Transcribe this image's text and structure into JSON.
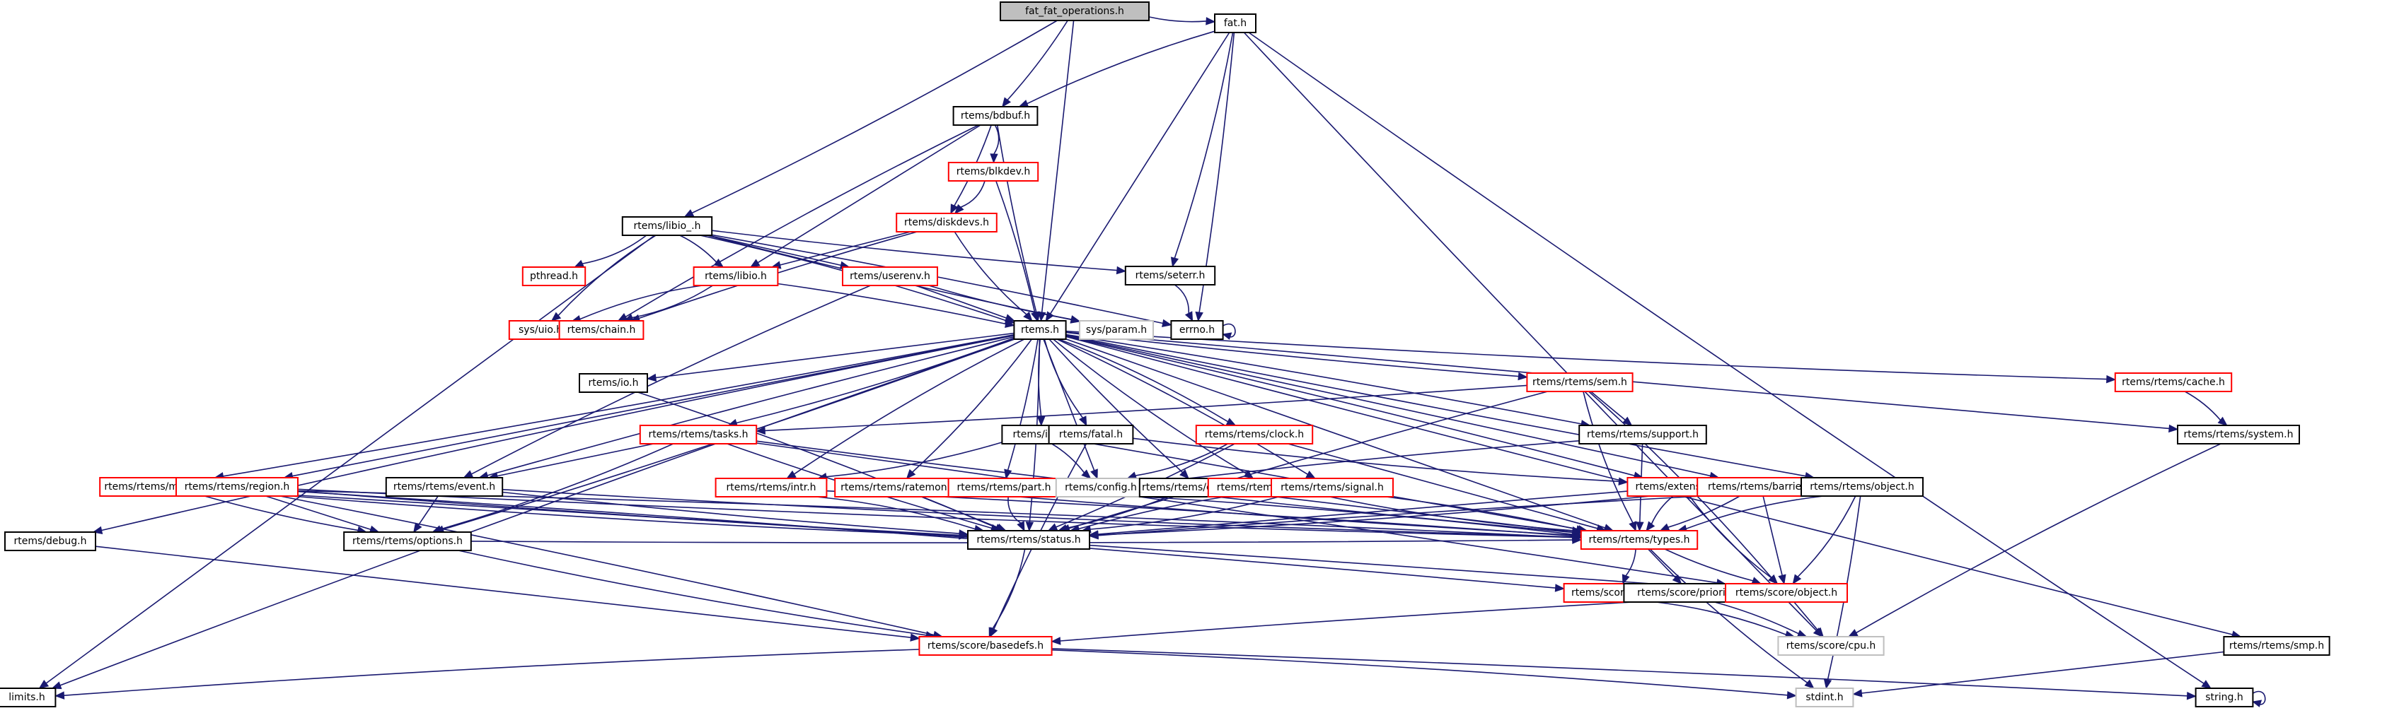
{
  "title": "fat_fat_operations.h",
  "diagram_type": "include dependency graph",
  "colors": {
    "edge": "#191970",
    "root_fill": "#bfbfbf",
    "root_border": "#000000",
    "documented_border": "#000000",
    "truncated_border": "#ff0000",
    "undocumented_border": "#bfbfbf",
    "node_fill": "#ffffff"
  },
  "nodes": [
    {
      "id": "root",
      "label": "fat_fat_operations.h",
      "kind": "root"
    },
    {
      "id": "fat",
      "label": "fat.h",
      "kind": "documented"
    },
    {
      "id": "bdbuf",
      "label": "rtems/bdbuf.h",
      "kind": "documented"
    },
    {
      "id": "libio_",
      "label": "rtems/libio_.h",
      "kind": "documented"
    },
    {
      "id": "blkdev",
      "label": "rtems/blkdev.h",
      "kind": "truncated"
    },
    {
      "id": "diskdevs",
      "label": "rtems/diskdevs.h",
      "kind": "truncated"
    },
    {
      "id": "pthread",
      "label": "pthread.h",
      "kind": "truncated"
    },
    {
      "id": "libio",
      "label": "rtems/libio.h",
      "kind": "truncated"
    },
    {
      "id": "userenv",
      "label": "rtems/userenv.h",
      "kind": "truncated"
    },
    {
      "id": "seterr",
      "label": "rtems/seterr.h",
      "kind": "documented"
    },
    {
      "id": "sysuio",
      "label": "sys/uio.h",
      "kind": "truncated"
    },
    {
      "id": "chain",
      "label": "rtems/chain.h",
      "kind": "truncated"
    },
    {
      "id": "rtems",
      "label": "rtems.h",
      "kind": "documented"
    },
    {
      "id": "sysparam",
      "label": "sys/param.h",
      "kind": "undocumented"
    },
    {
      "id": "errno",
      "label": "errno.h",
      "kind": "documented"
    },
    {
      "id": "io",
      "label": "rtems/io.h",
      "kind": "documented"
    },
    {
      "id": "sem",
      "label": "rtems/rtems/sem.h",
      "kind": "truncated"
    },
    {
      "id": "cache",
      "label": "rtems/rtems/cache.h",
      "kind": "truncated"
    },
    {
      "id": "tasks",
      "label": "rtems/rtems/tasks.h",
      "kind": "truncated"
    },
    {
      "id": "support",
      "label": "rtems/rtems/support.h",
      "kind": "documented"
    },
    {
      "id": "system",
      "label": "rtems/rtems/system.h",
      "kind": "documented"
    },
    {
      "id": "init",
      "label": "rtems/init.h",
      "kind": "documented"
    },
    {
      "id": "fatal",
      "label": "rtems/fatal.h",
      "kind": "documented"
    },
    {
      "id": "clock",
      "label": "rtems/rtems/clock.h",
      "kind": "truncated"
    },
    {
      "id": "message",
      "label": "rtems/rtems/message.h",
      "kind": "truncated"
    },
    {
      "id": "region",
      "label": "rtems/rtems/region.h",
      "kind": "truncated"
    },
    {
      "id": "event",
      "label": "rtems/rtems/event.h",
      "kind": "documented"
    },
    {
      "id": "intr",
      "label": "rtems/rtems/intr.h",
      "kind": "truncated"
    },
    {
      "id": "ratemon",
      "label": "rtems/rtems/ratemon.h",
      "kind": "truncated"
    },
    {
      "id": "part",
      "label": "rtems/rtems/part.h",
      "kind": "truncated"
    },
    {
      "id": "config",
      "label": "rtems/config.h",
      "kind": "undocumented"
    },
    {
      "id": "dpmem",
      "label": "rtems/rtems/dpmem.h",
      "kind": "documented"
    },
    {
      "id": "timer",
      "label": "rtems/rtems/timer.h",
      "kind": "truncated"
    },
    {
      "id": "signal",
      "label": "rtems/rtems/signal.h",
      "kind": "truncated"
    },
    {
      "id": "extension",
      "label": "rtems/extension.h",
      "kind": "truncated"
    },
    {
      "id": "barrier",
      "label": "rtems/rtems/barrier.h",
      "kind": "truncated"
    },
    {
      "id": "object",
      "label": "rtems/rtems/object.h",
      "kind": "documented"
    },
    {
      "id": "debug",
      "label": "rtems/debug.h",
      "kind": "documented"
    },
    {
      "id": "options",
      "label": "rtems/rtems/options.h",
      "kind": "documented"
    },
    {
      "id": "status",
      "label": "rtems/rtems/status.h",
      "kind": "documented"
    },
    {
      "id": "types",
      "label": "rtems/rtems/types.h",
      "kind": "truncated"
    },
    {
      "id": "heap",
      "label": "rtems/score/heap.h",
      "kind": "truncated"
    },
    {
      "id": "priority",
      "label": "rtems/score/priority.h",
      "kind": "documented"
    },
    {
      "id": "sobject",
      "label": "rtems/score/object.h",
      "kind": "truncated"
    },
    {
      "id": "basedefs",
      "label": "rtems/score/basedefs.h",
      "kind": "truncated"
    },
    {
      "id": "cpu",
      "label": "rtems/score/cpu.h",
      "kind": "undocumented"
    },
    {
      "id": "smp",
      "label": "rtems/rtems/smp.h",
      "kind": "documented"
    },
    {
      "id": "limits",
      "label": "limits.h",
      "kind": "documented"
    },
    {
      "id": "stdint",
      "label": "stdint.h",
      "kind": "undocumented"
    },
    {
      "id": "string",
      "label": "string.h",
      "kind": "documented"
    }
  ],
  "edges": [
    [
      "root",
      "libio_"
    ],
    [
      "root",
      "bdbuf"
    ],
    [
      "root",
      "rtems"
    ],
    [
      "root",
      "fat"
    ],
    [
      "fat",
      "bdbuf"
    ],
    [
      "fat",
      "seterr"
    ],
    [
      "fat",
      "errno"
    ],
    [
      "fat",
      "rtems"
    ],
    [
      "fat",
      "cpu"
    ],
    [
      "fat",
      "string"
    ],
    [
      "bdbuf",
      "blkdev"
    ],
    [
      "bdbuf",
      "diskdevs"
    ],
    [
      "bdbuf",
      "libio"
    ],
    [
      "bdbuf",
      "rtems"
    ],
    [
      "bdbuf",
      "chain"
    ],
    [
      "blkdev",
      "diskdevs"
    ],
    [
      "blkdev",
      "rtems"
    ],
    [
      "diskdevs",
      "libio"
    ],
    [
      "diskdevs",
      "chain"
    ],
    [
      "diskdevs",
      "rtems"
    ],
    [
      "libio_",
      "pthread"
    ],
    [
      "libio_",
      "libio"
    ],
    [
      "libio_",
      "userenv"
    ],
    [
      "libio_",
      "seterr"
    ],
    [
      "libio_",
      "sysuio"
    ],
    [
      "libio_",
      "rtems"
    ],
    [
      "libio_",
      "errno"
    ],
    [
      "libio_",
      "limits"
    ],
    [
      "libio_",
      "sysparam"
    ],
    [
      "libio",
      "sysuio"
    ],
    [
      "libio",
      "chain"
    ],
    [
      "libio",
      "rtems"
    ],
    [
      "userenv",
      "rtems"
    ],
    [
      "userenv",
      "sysparam"
    ],
    [
      "userenv",
      "event"
    ],
    [
      "seterr",
      "errno"
    ],
    [
      "errno",
      "errno"
    ],
    [
      "rtems",
      "io"
    ],
    [
      "rtems",
      "sem"
    ],
    [
      "rtems",
      "cache"
    ],
    [
      "rtems",
      "tasks"
    ],
    [
      "rtems",
      "support"
    ],
    [
      "rtems",
      "system"
    ],
    [
      "rtems",
      "init"
    ],
    [
      "rtems",
      "fatal"
    ],
    [
      "rtems",
      "clock"
    ],
    [
      "rtems",
      "message"
    ],
    [
      "rtems",
      "region"
    ],
    [
      "rtems",
      "event"
    ],
    [
      "rtems",
      "intr"
    ],
    [
      "rtems",
      "ratemon"
    ],
    [
      "rtems",
      "part"
    ],
    [
      "rtems",
      "config"
    ],
    [
      "rtems",
      "dpmem"
    ],
    [
      "rtems",
      "timer"
    ],
    [
      "rtems",
      "signal"
    ],
    [
      "rtems",
      "extension"
    ],
    [
      "rtems",
      "barrier"
    ],
    [
      "rtems",
      "object"
    ],
    [
      "rtems",
      "debug"
    ],
    [
      "rtems",
      "options"
    ],
    [
      "rtems",
      "status"
    ],
    [
      "rtems",
      "types"
    ],
    [
      "rtems",
      "smp"
    ],
    [
      "rtems",
      "limits"
    ],
    [
      "io",
      "status"
    ],
    [
      "sem",
      "tasks"
    ],
    [
      "sem",
      "support"
    ],
    [
      "sem",
      "status"
    ],
    [
      "sem",
      "types"
    ],
    [
      "sem",
      "sobject"
    ],
    [
      "cache",
      "system"
    ],
    [
      "tasks",
      "event"
    ],
    [
      "tasks",
      "status"
    ],
    [
      "tasks",
      "types"
    ],
    [
      "tasks",
      "options"
    ],
    [
      "tasks",
      "sobject"
    ],
    [
      "support",
      "types"
    ],
    [
      "support",
      "config"
    ],
    [
      "system",
      "cpu"
    ],
    [
      "init",
      "intr"
    ],
    [
      "init",
      "config"
    ],
    [
      "init",
      "types"
    ],
    [
      "fatal",
      "basedefs"
    ],
    [
      "fatal",
      "extension"
    ],
    [
      "clock",
      "config"
    ],
    [
      "clock",
      "status"
    ],
    [
      "clock",
      "types"
    ],
    [
      "message",
      "options"
    ],
    [
      "message",
      "status"
    ],
    [
      "message",
      "types"
    ],
    [
      "message",
      "sobject"
    ],
    [
      "region",
      "options"
    ],
    [
      "region",
      "status"
    ],
    [
      "region",
      "types"
    ],
    [
      "region",
      "heap"
    ],
    [
      "region",
      "basedefs"
    ],
    [
      "event",
      "options"
    ],
    [
      "event",
      "status"
    ],
    [
      "event",
      "types"
    ],
    [
      "intr",
      "status"
    ],
    [
      "intr",
      "types"
    ],
    [
      "ratemon",
      "status"
    ],
    [
      "ratemon",
      "types"
    ],
    [
      "part",
      "status"
    ],
    [
      "part",
      "types"
    ],
    [
      "dpmem",
      "status"
    ],
    [
      "dpmem",
      "types"
    ],
    [
      "timer",
      "status"
    ],
    [
      "timer",
      "types"
    ],
    [
      "signal",
      "status"
    ],
    [
      "signal",
      "types"
    ],
    [
      "extension",
      "status"
    ],
    [
      "extension",
      "types"
    ],
    [
      "extension",
      "sobject"
    ],
    [
      "barrier",
      "status"
    ],
    [
      "barrier",
      "types"
    ],
    [
      "barrier",
      "sobject"
    ],
    [
      "object",
      "status"
    ],
    [
      "object",
      "types"
    ],
    [
      "object",
      "sobject"
    ],
    [
      "object",
      "stdint"
    ],
    [
      "debug",
      "basedefs"
    ],
    [
      "options",
      "types"
    ],
    [
      "options",
      "basedefs"
    ],
    [
      "status",
      "basedefs"
    ],
    [
      "types",
      "heap"
    ],
    [
      "types",
      "priority"
    ],
    [
      "types",
      "sobject"
    ],
    [
      "types",
      "stdint"
    ],
    [
      "heap",
      "cpu"
    ],
    [
      "priority",
      "cpu"
    ],
    [
      "sobject",
      "cpu"
    ],
    [
      "sobject",
      "basedefs"
    ],
    [
      "basedefs",
      "limits"
    ],
    [
      "basedefs",
      "stdint"
    ],
    [
      "basedefs",
      "string"
    ],
    [
      "smp",
      "stdint"
    ],
    [
      "string",
      "string"
    ]
  ]
}
